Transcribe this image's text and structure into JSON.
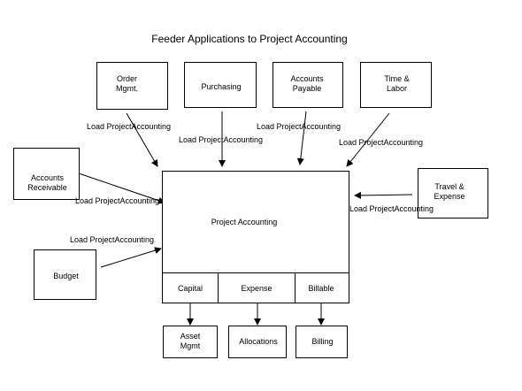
{
  "title": "Feeder Applications to Project Accounting",
  "boxes": {
    "order_mgmt": "Order\nMgmt.",
    "purchasing": "Purchasing",
    "accounts_payable": "Accounts\nPayable",
    "time_labor": "Time &\nLabor",
    "accounts_receivable": "Accounts\nReceivable",
    "travel_expense": "Travel &\nExpense",
    "budget": "Budget",
    "project_accounting": "Project Accounting",
    "asset_mgmt": "Asset\nMgmt",
    "allocations": "Allocations",
    "billing": "Billing"
  },
  "segments": {
    "capital": "Capital",
    "expense": "Expense",
    "billable": "Billable"
  },
  "connector_label": "Load ProjectAccounting",
  "colors": {
    "line": "#000000",
    "background": "#ffffff"
  }
}
